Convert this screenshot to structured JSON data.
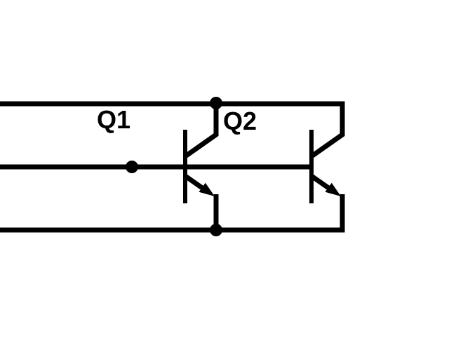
{
  "diagram": {
    "type": "circuit-schematic",
    "line_color": "#000000",
    "background_color": "#ffffff",
    "transistors": [
      {
        "label": "Q1",
        "symbol": "npn-transistor-icon"
      },
      {
        "label": "Q2",
        "symbol": "npn-transistor-icon"
      }
    ],
    "rails": [
      {
        "name": "top-rail"
      },
      {
        "name": "base-rail"
      },
      {
        "name": "bottom-rail"
      }
    ],
    "junction_dot_count": 3
  }
}
